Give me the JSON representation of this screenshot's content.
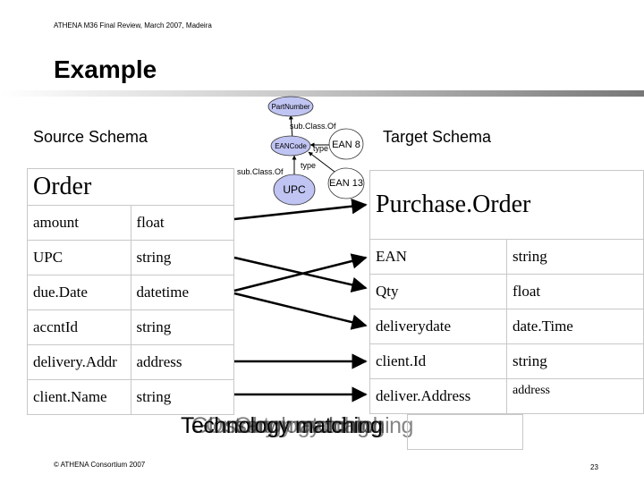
{
  "header": {
    "conference": "ATHENA M36 Final Review, March 2007, Madeira"
  },
  "slide": {
    "title": "Example"
  },
  "labels": {
    "source_schema": "Source Schema",
    "target_schema": "Target Schema"
  },
  "source_table": {
    "title": "Order",
    "rows": [
      {
        "name": "amount",
        "type": "float"
      },
      {
        "name": "UPC",
        "type": "string"
      },
      {
        "name": "due.Date",
        "type": "datetime"
      },
      {
        "name": "accntId",
        "type": "string"
      },
      {
        "name": "delivery.Addr",
        "type": "address"
      },
      {
        "name": "client.Name",
        "type": "string"
      }
    ]
  },
  "target_table": {
    "title": "Purchase.Order",
    "rows": [
      {
        "name": "EAN",
        "type": "string"
      },
      {
        "name": "Qty",
        "type": "float"
      },
      {
        "name": "deliverydate",
        "type": "date.Time"
      },
      {
        "name": "client.Id",
        "type": "string"
      },
      {
        "name": "deliver.Address",
        "type": "address"
      }
    ]
  },
  "ontology": {
    "nodes": {
      "part_number": "PartNumber",
      "ean_code": "EANCode",
      "ean8": "EAN 8",
      "upc": "UPC",
      "ean13": "EAN 13"
    },
    "edges": {
      "subclass_top": "sub.Class.Of",
      "subclass_bottom": "sub.Class.Of",
      "type_ean8": "type",
      "type_ean13": "type"
    }
  },
  "legend": {
    "items": [
      "Technology matching",
      "Glossary matching",
      "Ontology matching",
      "Ontology matching"
    ]
  },
  "footer": {
    "copyright": "© ATHENA Consortium 2007",
    "page_number": "23"
  },
  "colors": {
    "node_fill": "#c0c4f2",
    "rule_dark": "#777777"
  }
}
